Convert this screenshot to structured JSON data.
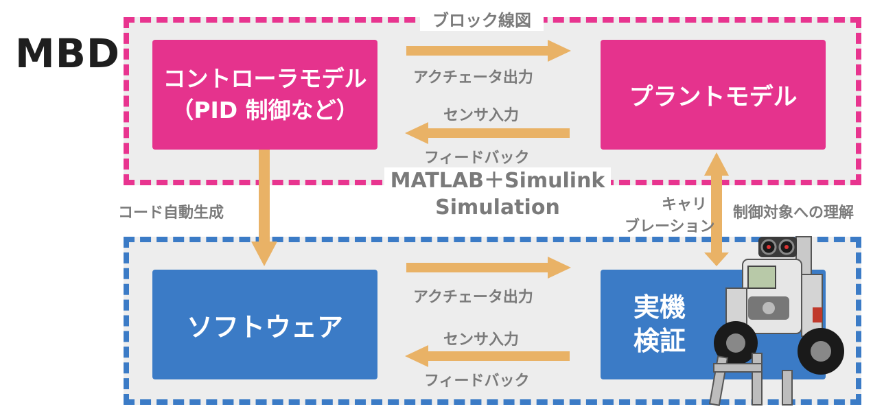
{
  "title": "MBD",
  "top_region": {
    "label": "ブロック線図",
    "border_color": "#e8348f"
  },
  "bottom_region": {
    "border_color": "#3b7bc6"
  },
  "blocks": {
    "controller_line1": "コントローラモデル",
    "controller_line2": "（PID 制御など）",
    "plant": "プラントモデル",
    "software": "ソフトウェア",
    "hardware_line1": "実機",
    "hardware_line2": "検証"
  },
  "top_arrows": {
    "actuator_output": "アクチェータ出力",
    "sensor_input": "センサ入力",
    "feedback": "フィードバック"
  },
  "bottom_arrows": {
    "actuator_output": "アクチェータ出力",
    "sensor_input": "センサ入力",
    "feedback": "フィードバック"
  },
  "tool": {
    "line1": "MATLAB＋Simulink",
    "line2": "Simulation"
  },
  "codegen_label": "コード自動生成",
  "calibration": {
    "line1": "キャリ",
    "line2": "ブレーション"
  },
  "understanding_label": "制御対象への理解",
  "colors": {
    "pink": "#e5338d",
    "blue": "#3b7bc6",
    "arrow": "#e9b266",
    "background": "#ededed"
  },
  "icons": {
    "robot": "robot-illustration"
  }
}
